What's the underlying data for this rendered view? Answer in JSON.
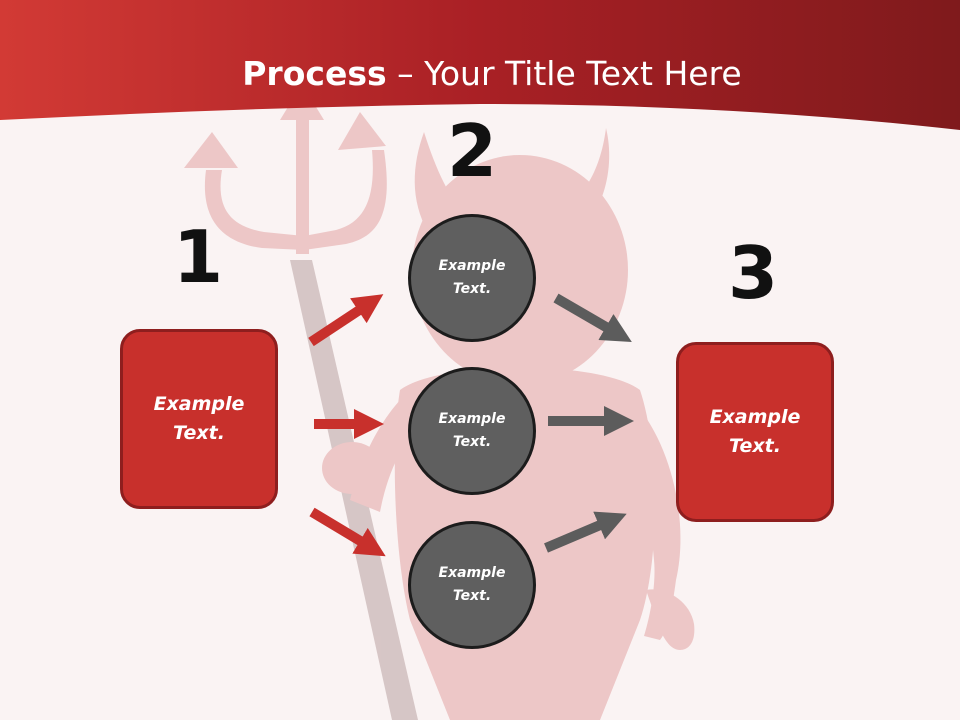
{
  "title": {
    "bold": "Process",
    "rest": " – Your Title Text Here"
  },
  "numbers": [
    "1",
    "2",
    "3"
  ],
  "left_box": {
    "text": "Example Text."
  },
  "circles": [
    {
      "text": "Example Text."
    },
    {
      "text": "Example Text."
    },
    {
      "text": "Example Text."
    }
  ],
  "right_box": {
    "text": "Example Text."
  },
  "colors": {
    "header": "#b3262a",
    "box_fill": "#c8302c",
    "box_border": "#8e1e1e",
    "circle_fill": "#5f5f5f",
    "circle_border": "#1c1c1c",
    "red_arrow": "#c8302c",
    "gray_arrow": "#5c5c5c"
  }
}
